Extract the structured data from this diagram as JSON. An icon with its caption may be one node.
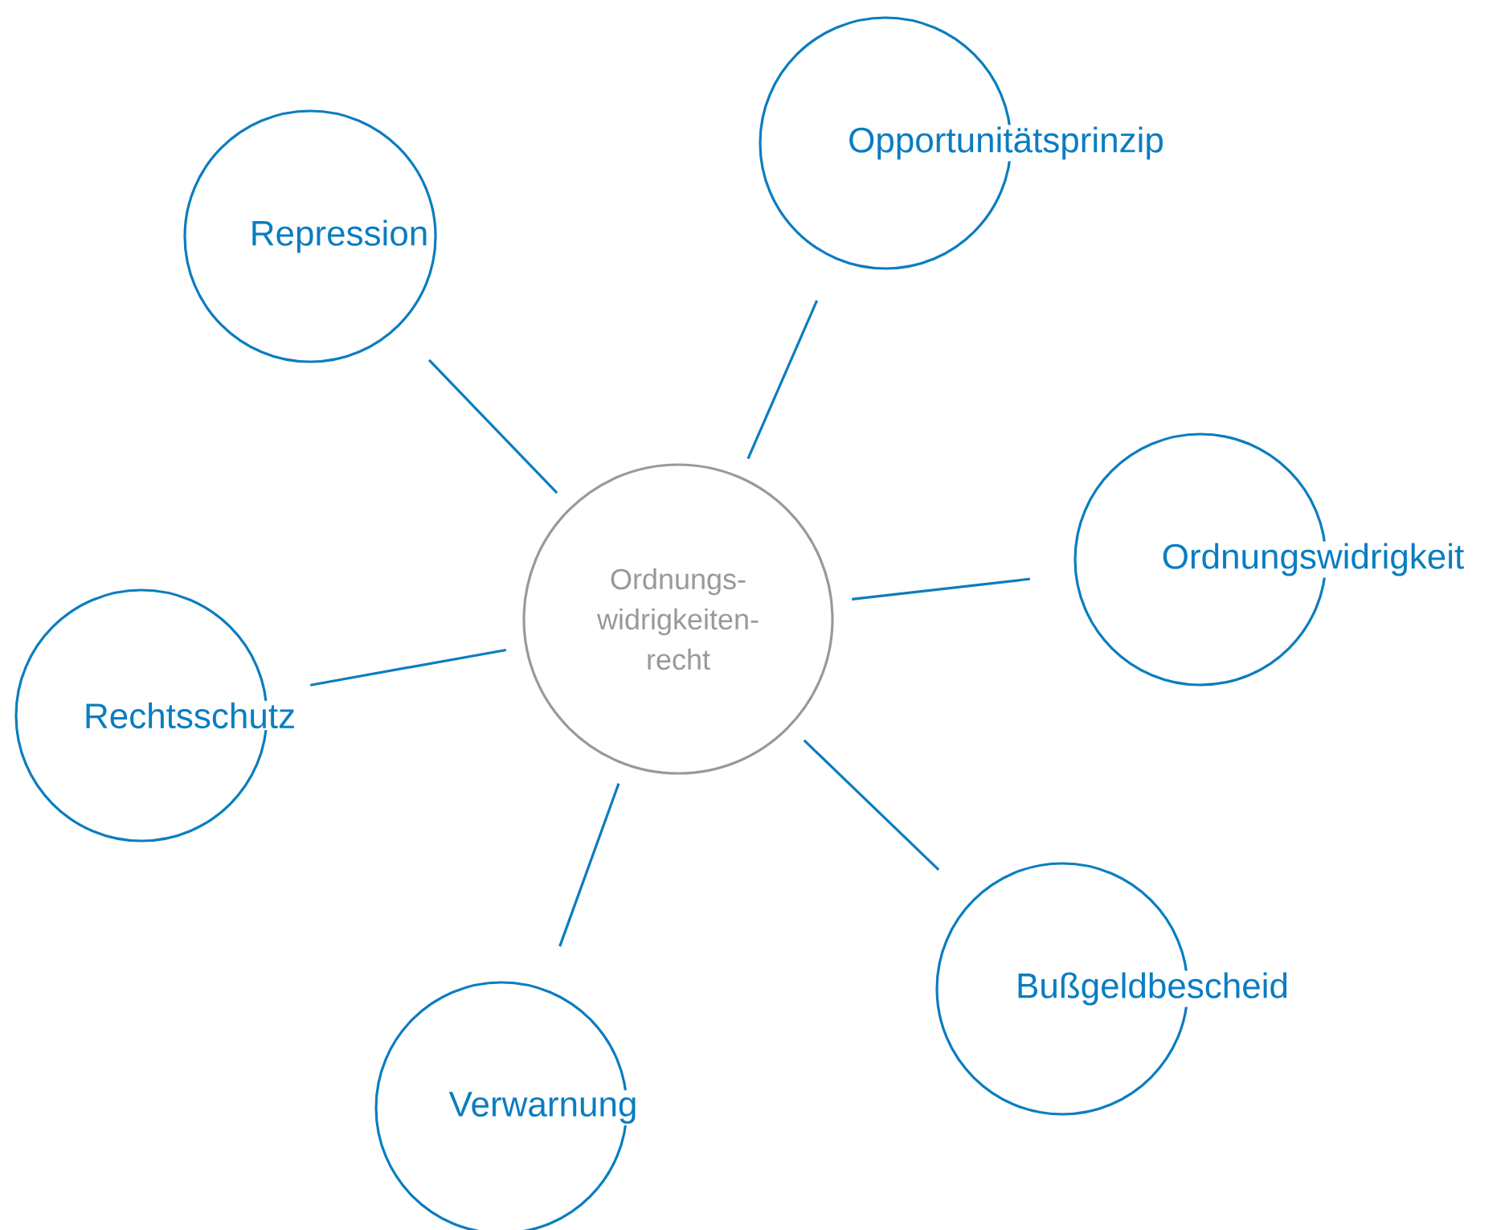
{
  "diagram": {
    "nodes": [
      {
        "text": [
          "Ordnungs- widrigkeiten- recht"
        ]
      },
      {
        "text": [
          "Repression"
        ]
      },
      {
        "text": [
          "Opportunitätsprinzip"
        ]
      },
      {
        "text": [
          "Ordnungswidrigkeit"
        ]
      },
      {
        "text": [
          "Rechtsschutz"
        ]
      },
      {
        "text": [
          "Verwarnung"
        ]
      },
      {
        "text": [
          "Bußgeldbescheid"
        ]
      }
    ],
    "edges": [
      {
        "from": 0,
        "to": 1,
        "arrow": "none"
      },
      {
        "from": 0,
        "to": 2,
        "arrow": "none"
      },
      {
        "from": 0,
        "to": 3,
        "arrow": "none"
      },
      {
        "from": 0,
        "to": 4,
        "arrow": "none"
      },
      {
        "from": 0,
        "to": 5,
        "arrow": "none"
      },
      {
        "from": 0,
        "to": 6,
        "arrow": "none"
      }
    ]
  }
}
